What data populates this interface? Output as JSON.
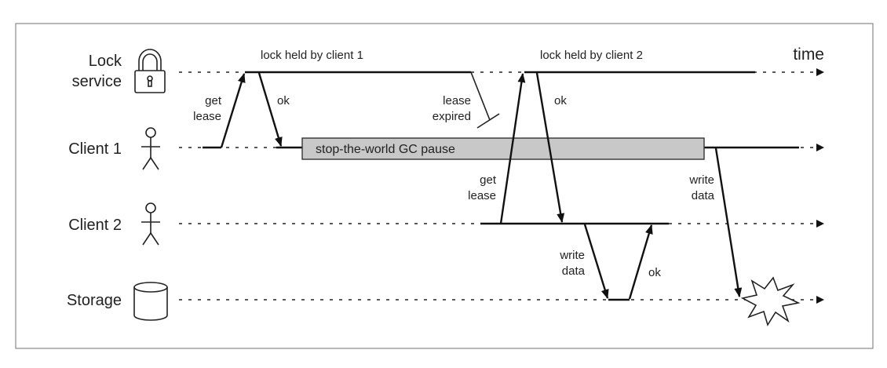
{
  "lanes": {
    "lock_service": [
      "Lock",
      "service"
    ],
    "client1": "Client 1",
    "client2": "Client 2",
    "storage": "Storage"
  },
  "time_label": "time",
  "labels": {
    "lock_held_client1": "lock held by client 1",
    "lock_held_client2": "lock held by client 2",
    "get_lease_1": [
      "get",
      "lease"
    ],
    "ok_1": "ok",
    "lease_expired": [
      "lease",
      "expired"
    ],
    "gc_pause": "stop-the-world GC pause",
    "get_lease_2": [
      "get",
      "lease"
    ],
    "ok_2": "ok",
    "write_data_client2": [
      "write",
      "data"
    ],
    "ok_3": "ok",
    "write_data_client1": [
      "write",
      "data"
    ]
  },
  "icons": {
    "lock_service": "padlock-icon",
    "client1": "person-icon",
    "client2": "person-icon",
    "storage": "database-cylinder-icon",
    "conflict": "explosion-icon"
  },
  "colors": {
    "gc_bar_fill": "#c8c8c8"
  }
}
